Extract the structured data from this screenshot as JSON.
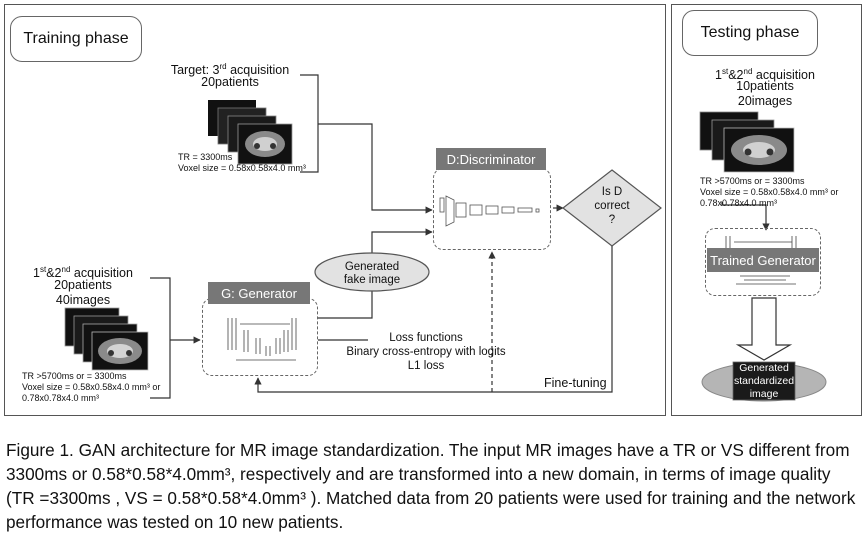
{
  "training": {
    "title": "Training phase",
    "target_label": "Target: 3",
    "target_label_sup": "rd",
    "target_label_suffix": " acquisition",
    "target_patients": "20patients",
    "target_tr": "TR = 3300ms",
    "target_voxel": "Voxel size = 0.58x0.58x4.0 mm³",
    "input_label_1": "1",
    "input_sup_1": "st",
    "input_label_2": "&2",
    "input_sup_2": "nd",
    "input_label_3": " acquisition",
    "input_patients": "20patients",
    "input_images": "40images",
    "input_tr": "TR >5700ms or = 3300ms",
    "input_voxel_1": "Voxel size = 0.58x0.58x4.0 mm³ or",
    "input_voxel_2": "0.78x0.78x4.0 mm³",
    "generator_title": "G: Generator",
    "discriminator_title": "D:Discriminator",
    "decision_line1": "Is D",
    "decision_line2": "correct",
    "decision_line3": "?",
    "generated_line1": "Generated",
    "generated_line2": "fake image",
    "loss_line1": "Loss functions",
    "loss_line2": "Binary cross-entropy with logits",
    "loss_line3": "L1 loss",
    "fine_tuning": "Fine-tuning"
  },
  "testing": {
    "title": "Testing phase",
    "label_1": "1",
    "sup_1": "st",
    "label_2": "&2",
    "sup_2": "nd",
    "label_3": " acquisition",
    "patients": "10patients",
    "images": "20images",
    "tr": "TR >5700ms or = 3300ms",
    "voxel_1": "Voxel size = 0.58x0.58x4.0 mm³ or",
    "voxel_2": "0.78x0.78x4.0 mm³",
    "trained_generator": "Trained Generator",
    "output_line1": "Generated",
    "output_line2": "standardized",
    "output_line3": "image"
  },
  "caption": "Figure 1. GAN architecture for MR image standardization. The input MR images have a TR or VS different from 3300ms or 0.58*0.58*4.0mm³, respectively and are transformed into a new domain, in terms of image quality (TR =3300ms , VS = 0.58*0.58*4.0mm³ ). Matched data from 20 patients were used for training and the network performance was tested on 10 new patients."
}
